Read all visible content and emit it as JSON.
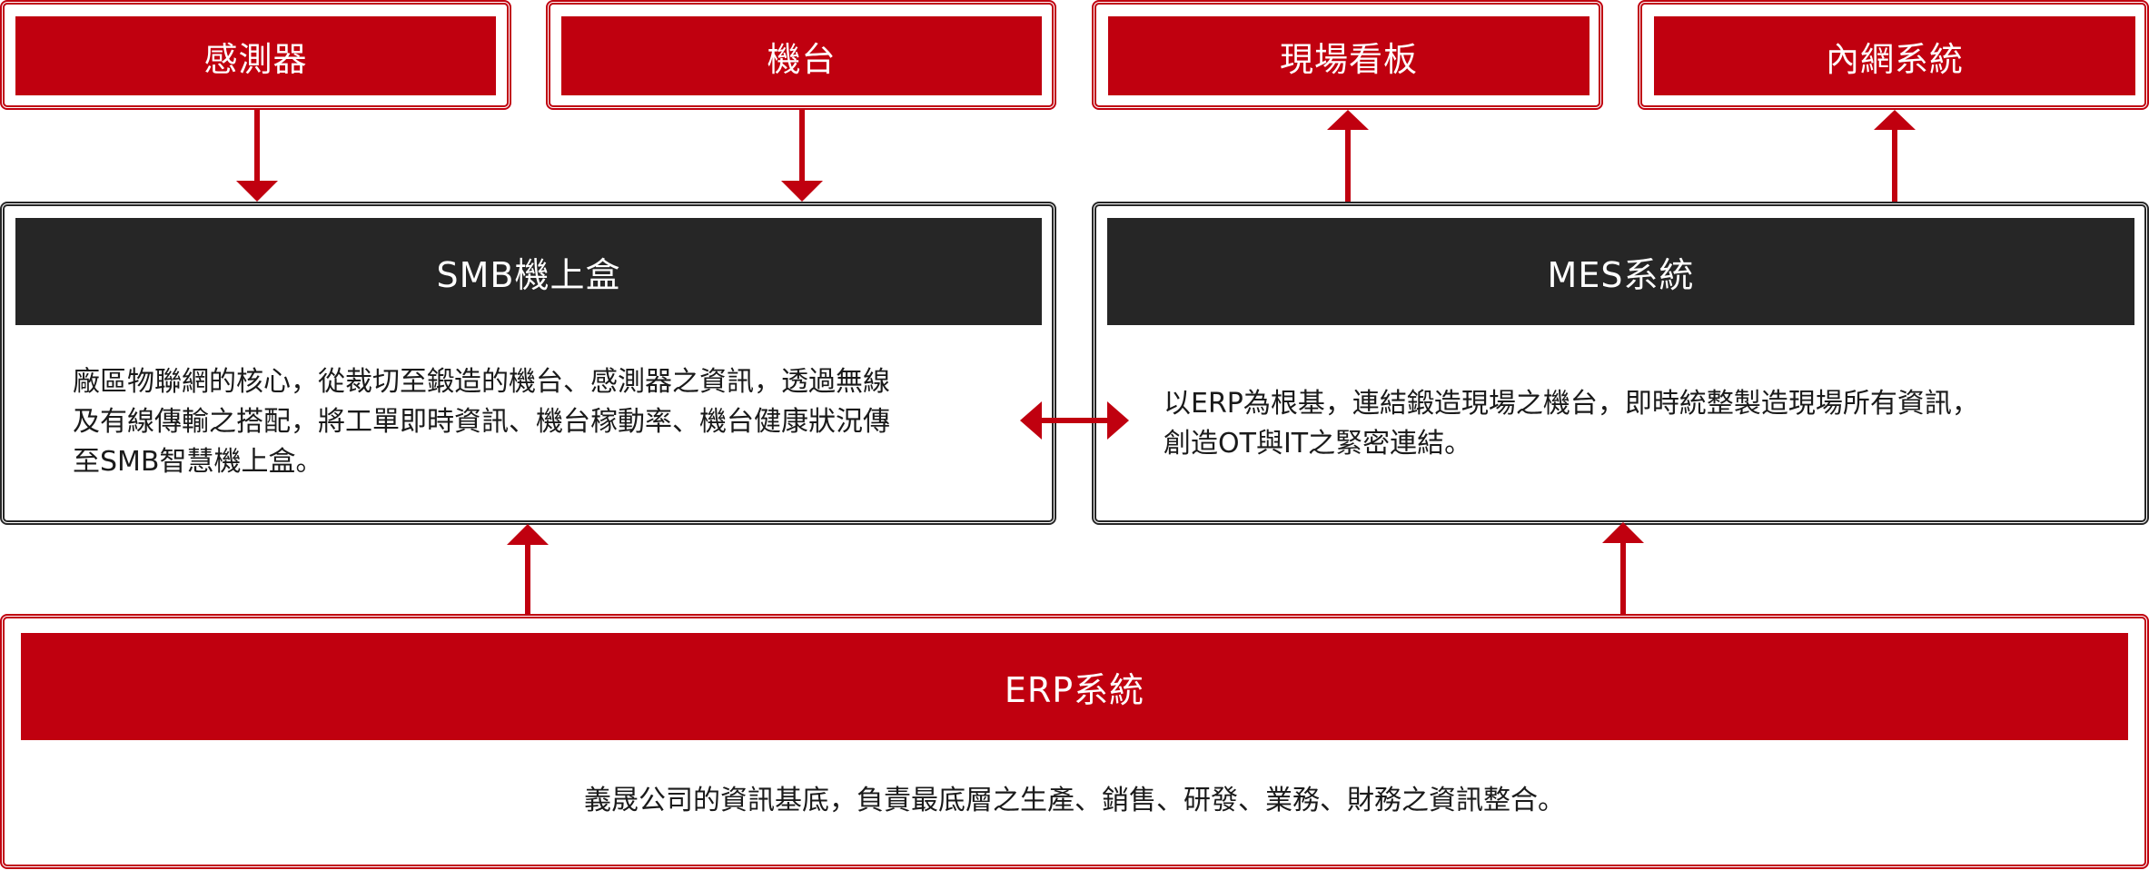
{
  "colors": {
    "accent_red": "#c0000f",
    "header_dark": "#262626",
    "text": "#1a1a1a",
    "background": "#ffffff"
  },
  "inputs": [
    {
      "id": "sensor",
      "label": "感測器"
    },
    {
      "id": "machine",
      "label": "機台"
    }
  ],
  "outputs": [
    {
      "id": "board",
      "label": "現場看板"
    },
    {
      "id": "intranet",
      "label": "內網系統"
    }
  ],
  "smb": {
    "title": "SMB機上盒",
    "lines": [
      "廠區物聯網的核心，從裁切至鍛造的機台、感測器之資訊，透過無線",
      "及有線傳輸之搭配，將工單即時資訊、機台稼動率、機台健康狀況傳",
      "至SMB智慧機上盒。"
    ]
  },
  "mes": {
    "title": "MES系統",
    "lines": [
      "以ERP為根基，連結鍛造現場之機台，即時統整製造現場所有資訊，",
      "創造OT與IT之緊密連結。"
    ]
  },
  "erp": {
    "title": "ERP系統",
    "description": "義晟公司的資訊基底，負責最底層之生產、銷售、研發、業務、財務之資訊整合。"
  },
  "connections": [
    {
      "from": "感測器",
      "to": "SMB機上盒",
      "direction": "down"
    },
    {
      "from": "機台",
      "to": "SMB機上盒",
      "direction": "down"
    },
    {
      "from": "MES系統",
      "to": "現場看板",
      "direction": "up"
    },
    {
      "from": "MES系統",
      "to": "內網系統",
      "direction": "up"
    },
    {
      "from": "SMB機上盒",
      "to": "MES系統",
      "direction": "bidirectional"
    },
    {
      "from": "ERP系統",
      "to": "SMB機上盒",
      "direction": "up"
    },
    {
      "from": "ERP系統",
      "to": "MES系統",
      "direction": "up"
    }
  ]
}
